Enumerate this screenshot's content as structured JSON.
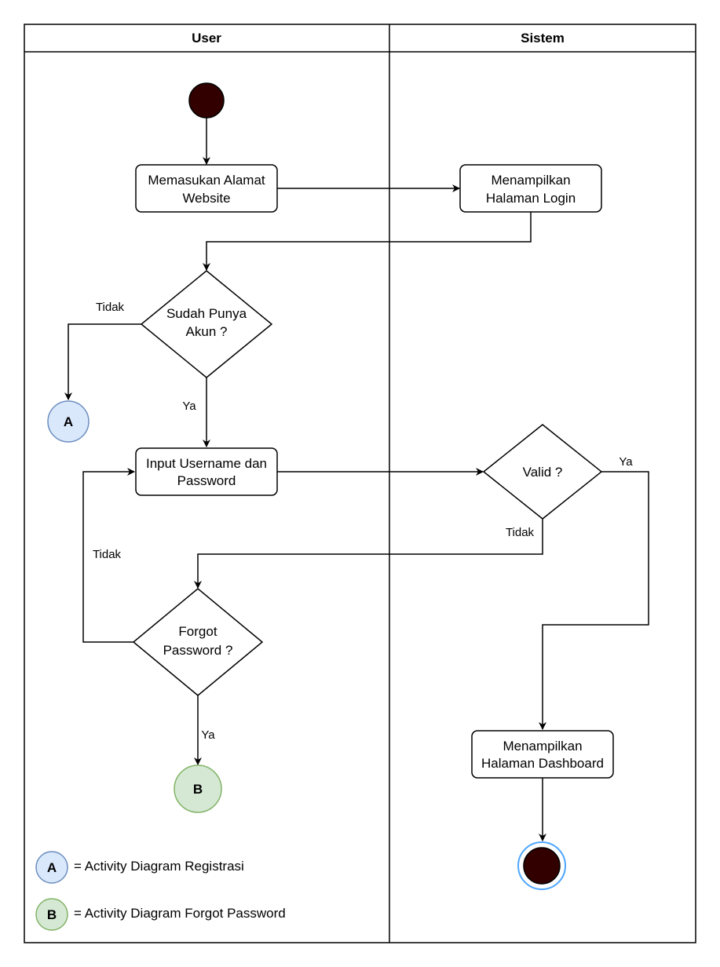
{
  "lanes": {
    "user": "User",
    "system": "Sistem"
  },
  "nodes": {
    "enter_address": [
      "Memasukan Alamat",
      "Website"
    ],
    "show_login": [
      "Menampilkan",
      "Halaman Login"
    ],
    "has_account": [
      "Sudah Punya",
      "Akun ?"
    ],
    "input_credentials": [
      "Input Username dan",
      "Password"
    ],
    "valid": [
      "Valid ?"
    ],
    "forgot_password": [
      "Forgot",
      "Password ?"
    ],
    "show_dashboard": [
      "Menampilkan",
      "Halaman Dashboard"
    ]
  },
  "edge_labels": {
    "has_account_no": "Tidak",
    "has_account_yes": "Ya",
    "valid_yes": "Ya",
    "valid_no": "Tidak",
    "forgot_no": "Tidak",
    "forgot_yes": "Ya"
  },
  "connectors": {
    "a": "A",
    "b": "B"
  },
  "legend": [
    {
      "key": "A",
      "text": "= Activity Diagram Registrasi"
    },
    {
      "key": "B",
      "text": "= Activity Diagram Forgot Password"
    }
  ],
  "colors": {
    "start_end_fill": "#330000",
    "connector_a_fill": "#dae8fc",
    "connector_a_stroke": "#6c8ebf",
    "connector_b_fill": "#d5e8d4",
    "connector_b_stroke": "#82b366",
    "end_ring": "#4da6ff"
  }
}
